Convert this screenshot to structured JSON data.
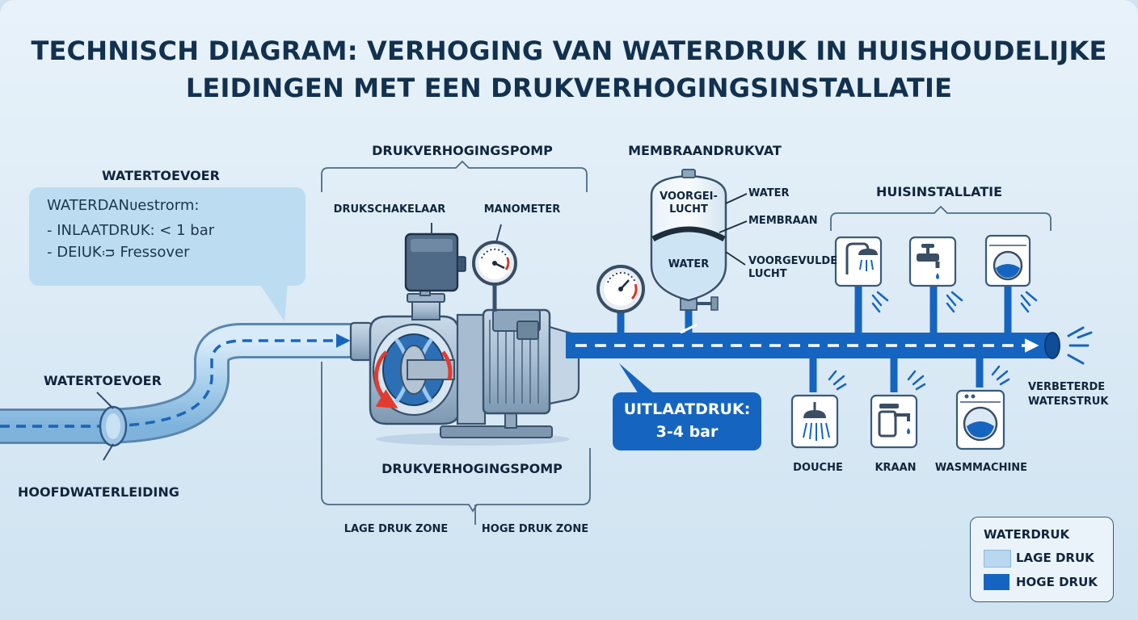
{
  "title": {
    "line1": "TECHNISCH DIAGRAM: VERHOGING VAN WATERDRUK IN HUISHOUDELIJKE",
    "line2": "LEIDINGEN MET EEN DRUKVERHOGINGSINSTALLATIE"
  },
  "supply": {
    "heading": "WATERTOEVOER",
    "info": [
      "WATERDANᴜestrorm:",
      "- INLAATDRUK: < 1 bar",
      "- DEIUKᴞ Fressover"
    ],
    "pipe_label": "WATERTOEVOER",
    "main_label": "HOOFDWATERLEIDING"
  },
  "pump": {
    "heading": "DRUKVERHOGINGSPOMP",
    "switch_label": "DRUKSCHAKELAAR",
    "gauge_label": "MANOMETER",
    "bottom_label": "DRUKVERHOGINGSPOMP",
    "zone_low": "LAGE DRUK ZONE",
    "zone_high": "HOGE DRUK ZONE"
  },
  "tank": {
    "heading": "MEMBRAANDRUKVAT",
    "inner_top": "VOORGEI-\nLUCHT",
    "inner_water": "WATER",
    "label_water": "WATER",
    "label_membrane": "MEMBRAAN",
    "label_air_1": "VOORGEVULDE",
    "label_air_2": "LUCHT"
  },
  "outlet": {
    "label_1": "UITLAATDRUK:",
    "label_2": "3-4 bar"
  },
  "house": {
    "heading": "HUISINSTALLATIE",
    "fixtures": [
      "DOUCHE",
      "KRAAN",
      "WASMMACHINE"
    ],
    "end_label_1": "VERBETERDE",
    "end_label_2": "WATERSTRUK"
  },
  "legend": {
    "title": "WATERDRUK",
    "low": "LAGE DRUK",
    "high": "HOGE DRUK"
  },
  "colors": {
    "low": "#b9d8f0",
    "high": "#1565c0",
    "ink": "#10253d"
  }
}
